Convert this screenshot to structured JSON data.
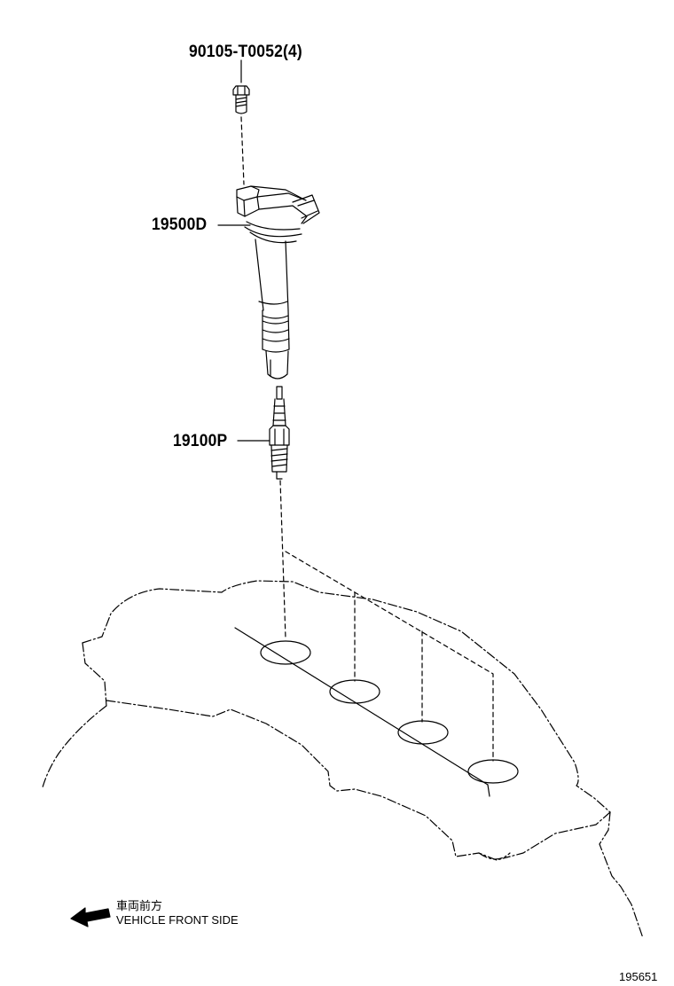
{
  "parts": {
    "bolt": "90105-T0052(4)",
    "coil": "19500D",
    "plug": "19100P"
  },
  "legend": {
    "jp": "車両前方",
    "en": "VEHICLE FRONT SIDE"
  },
  "figure_number": "195651",
  "colors": {
    "ink": "#000000",
    "paper": "#ffffff"
  }
}
